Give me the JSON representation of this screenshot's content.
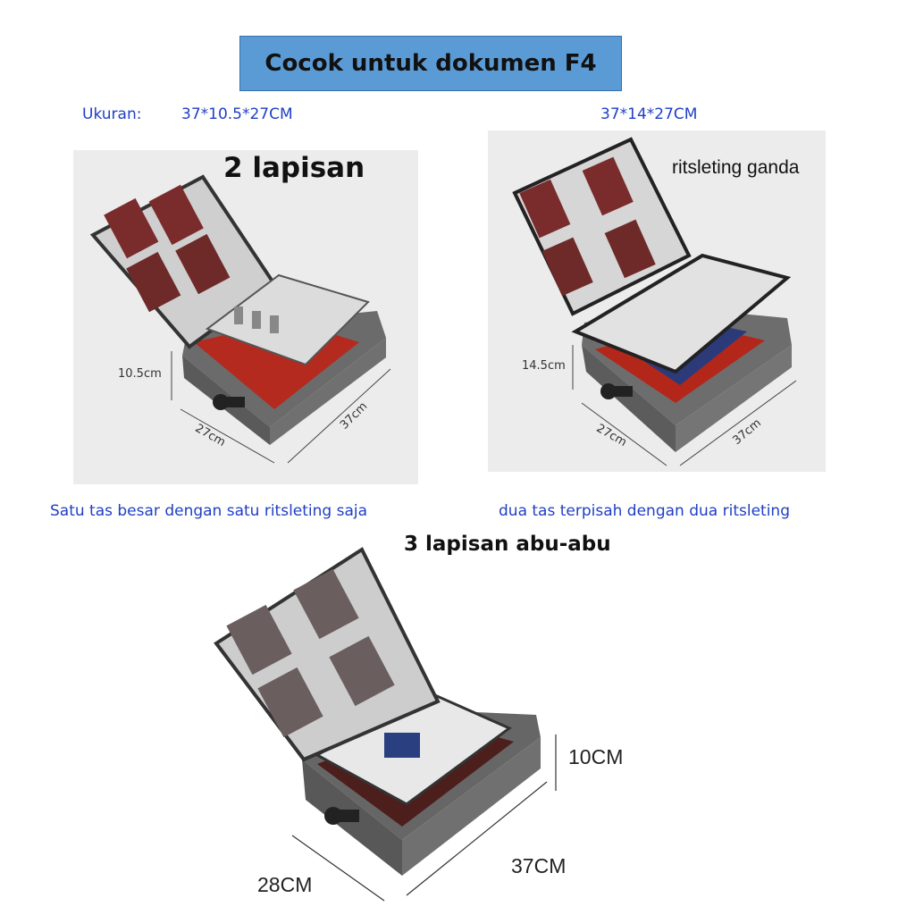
{
  "title": "Cocok untuk dokumen F4",
  "size_prefix": "Ukuran:",
  "left_size": "37*10.5*27CM",
  "right_size": "37*14*27CM",
  "left_layer": "2 lapisan",
  "right_feature": "ritsleting ganda",
  "left_dims": {
    "height": "10.5cm",
    "width": "27cm",
    "length": "37cm"
  },
  "right_dims": {
    "height": "14.5cm",
    "width": "27cm",
    "length": "37cm"
  },
  "left_caption": "Satu tas besar dengan satu ritsleting saja",
  "right_caption": "dua tas terpisah dengan dua ritsleting",
  "bottom_layer": "3 lapisan abu-abu",
  "bottom_dims": {
    "height": "10CM",
    "length": "37CM",
    "width": "28CM"
  },
  "colors": {
    "title_bg": "#5b9bd5",
    "caption_blue": "#1f3fc4",
    "bag_gray": "#6b6b6b"
  }
}
